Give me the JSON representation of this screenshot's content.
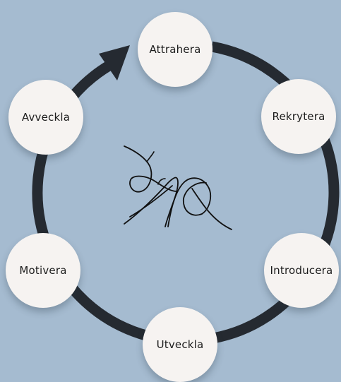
{
  "cycle": {
    "nodes": [
      {
        "id": "attrahera",
        "label": "Attrahera"
      },
      {
        "id": "rekrytera",
        "label": "Rekrytera"
      },
      {
        "id": "introducera",
        "label": "Introducera"
      },
      {
        "id": "utveckla",
        "label": "Utveckla"
      },
      {
        "id": "motivera",
        "label": "Motivera"
      },
      {
        "id": "avveckla",
        "label": "Avveckla"
      }
    ],
    "ring_color": "#252a31",
    "node_color": "#f6f3f1",
    "background_color": "#a5bbd0"
  },
  "center_logo": {
    "icon": "signature-logo-icon"
  }
}
